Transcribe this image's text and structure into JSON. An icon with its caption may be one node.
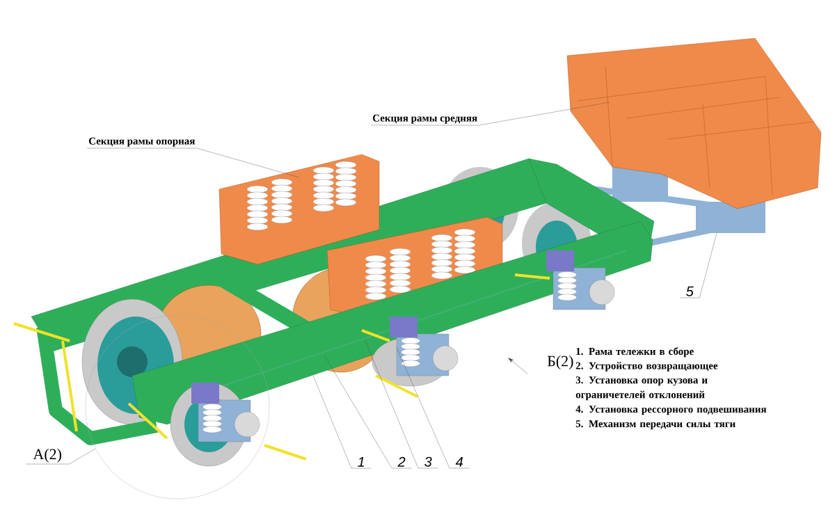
{
  "diagram": {
    "nodes": [
      {
        "text": [
          "Секция рамы опорная"
        ]
      },
      {
        "text": [
          "Секция рамы средняя"
        ]
      },
      {
        "text": [
          "1"
        ]
      },
      {
        "text": [
          "2"
        ]
      },
      {
        "text": [
          "3"
        ]
      },
      {
        "text": [
          "4"
        ]
      },
      {
        "text": [
          "5"
        ]
      },
      {
        "text": [
          "А(2)"
        ]
      }
    ],
    "edges": [
      {
        "from": 0,
        "to": null,
        "arrow": "none"
      },
      {
        "from": 1,
        "to": null,
        "arrow": "none"
      },
      {
        "from": 2,
        "to": null,
        "arrow": "none"
      },
      {
        "from": 3,
        "to": null,
        "arrow": "none"
      },
      {
        "from": 4,
        "to": null,
        "arrow": "none"
      },
      {
        "from": 5,
        "to": null,
        "arrow": "none"
      },
      {
        "from": 6,
        "to": null,
        "arrow": "none"
      },
      {
        "from": 7,
        "to": null,
        "arrow": "none"
      }
    ],
    "labels": [
      "Б(2)",
      "1. Рама тележки в сборе",
      "2. Устройство возвращающее",
      "3. Установка опор кузова и ограничетелей отклонений",
      "4. Установка рессорного подвешивания",
      "5. Механизм передачи силы тяги"
    ]
  }
}
